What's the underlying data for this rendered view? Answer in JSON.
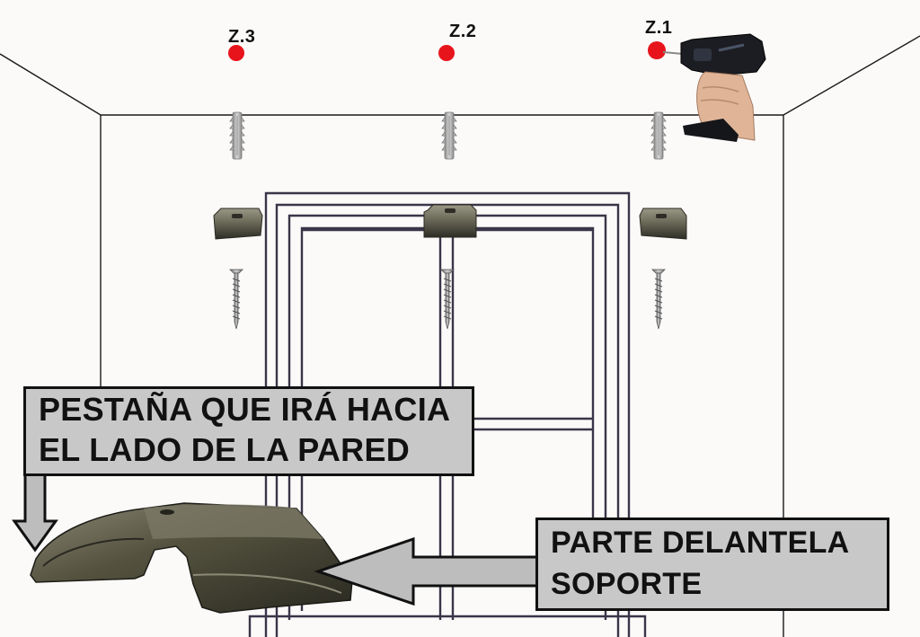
{
  "zones": [
    {
      "id": "z1",
      "label": "Z.1"
    },
    {
      "id": "z2",
      "label": "Z.2"
    },
    {
      "id": "z3",
      "label": "Z.3"
    }
  ],
  "callouts": {
    "tab": {
      "line1": "PESTAÑA QUE IRÁ HACIA",
      "line2": "EL LADO DE LA PARED"
    },
    "front": {
      "line1": "PARTE DELANTELA",
      "line2": "SOPORTE"
    }
  },
  "colors": {
    "drill_point": "#e8141b",
    "callout_fill": "#c8c8c8",
    "bracket_metal": "#5d5b4e",
    "wall_line": "#1a1a1a",
    "cabinet_line": "#3a3548"
  },
  "icons": [
    "drill-icon",
    "wall-plug-icon",
    "bracket-icon",
    "screw-icon",
    "arrow-icon"
  ]
}
